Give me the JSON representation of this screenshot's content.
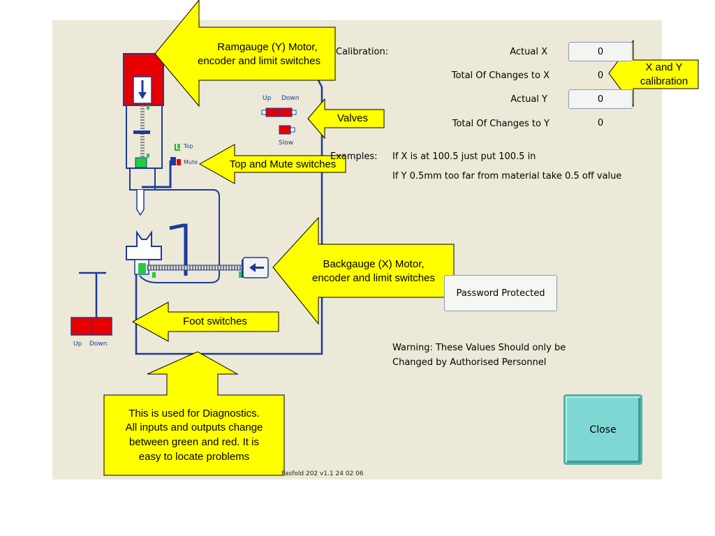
{
  "calibration": {
    "heading": "Calibration:",
    "actual_x_label": "Actual X",
    "actual_x_value": "0",
    "total_changes_x_label": "Total Of Changes to X",
    "total_changes_x_value": "0",
    "actual_y_label": "Actual Y",
    "actual_y_value": "0",
    "total_changes_y_label": "Total Of Changes to Y",
    "total_changes_y_value": "0"
  },
  "examples": {
    "label": "Examples:",
    "line1": "If X is at 100.5 just put 100.5 in",
    "line2": "If Y 0.5mm too far from material take 0.5 off value"
  },
  "buttons": {
    "password": "Password Protected",
    "close": "Close"
  },
  "warning": {
    "line1": "Warning: These Values Should only be",
    "line2": "Changed by Authorised Personnel"
  },
  "diagram": {
    "valves_up": "Up",
    "valves_down": "Down",
    "valves_slow": "Slow",
    "switch_top": "Top",
    "switch_mute": "Mute",
    "foot_up": "Up",
    "foot_down": "Down"
  },
  "version": "Pasfold 202 v1.1 24 02 06",
  "callouts": {
    "ramgauge_l1": "Ramgauge (Y) Motor,",
    "ramgauge_l2": "encoder and limit switches",
    "xy_l1": "X and Y",
    "xy_l2": "calibration",
    "valves": "Valves",
    "top_mute": "Top and Mute switches",
    "backgauge_l1": "Backgauge (X) Motor,",
    "backgauge_l2": "encoder and limit switches",
    "foot": "Foot switches",
    "diag_l1": "This is used for Diagnostics.",
    "diag_l2": "All inputs and outputs change",
    "diag_l3": "between green and red. It is",
    "diag_l4": "easy to locate  problems"
  },
  "colors": {
    "panel": "#ece9d8",
    "callout_fill": "#ffff00",
    "machine_blue": "#1a3a9c",
    "active_red": "#e60000",
    "switch_green": "#22cc44",
    "close_button": "#7fd7d3"
  }
}
